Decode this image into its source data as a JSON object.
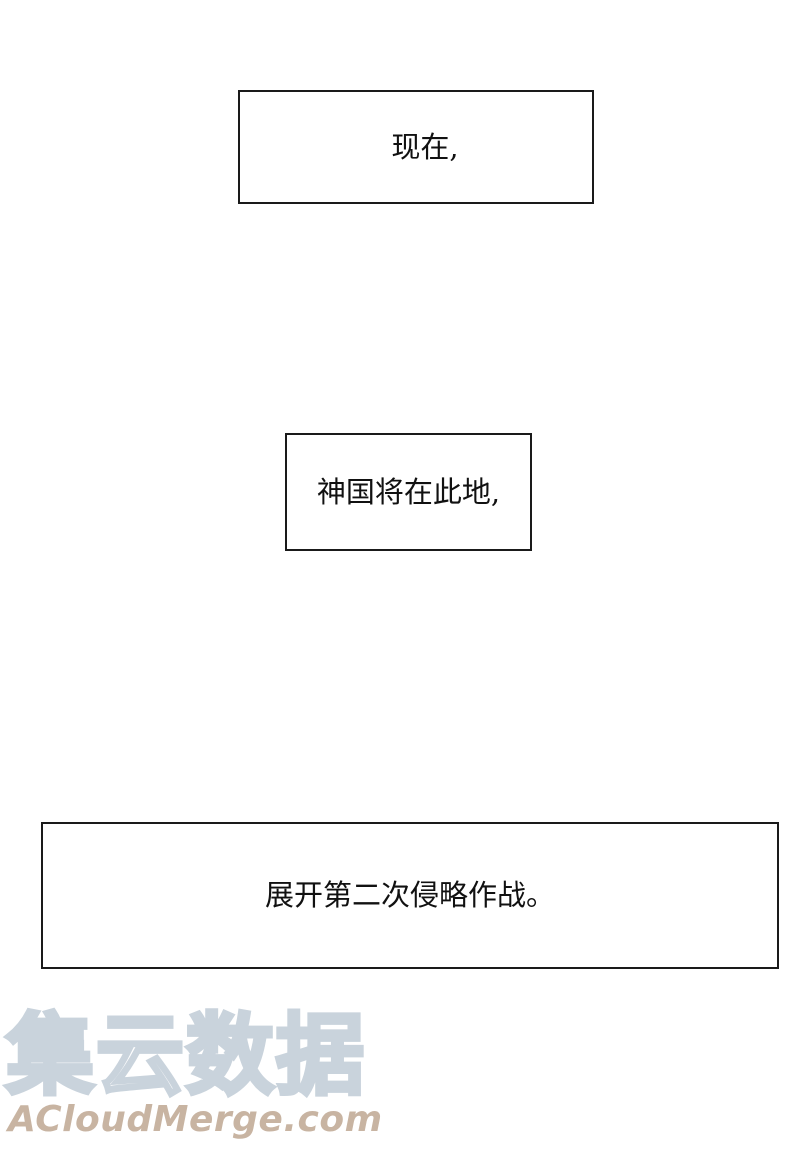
{
  "panels": [
    {
      "text": "现在,"
    },
    {
      "text": "神国将在此地,"
    },
    {
      "text": "展开第二次侵略作战。"
    }
  ],
  "watermark": {
    "chinese": "集云数据",
    "english": "ACloudMerge.com",
    "colors": {
      "chinese_outline": "#c9d3dc",
      "english_fill": "#c8b4a2"
    }
  }
}
